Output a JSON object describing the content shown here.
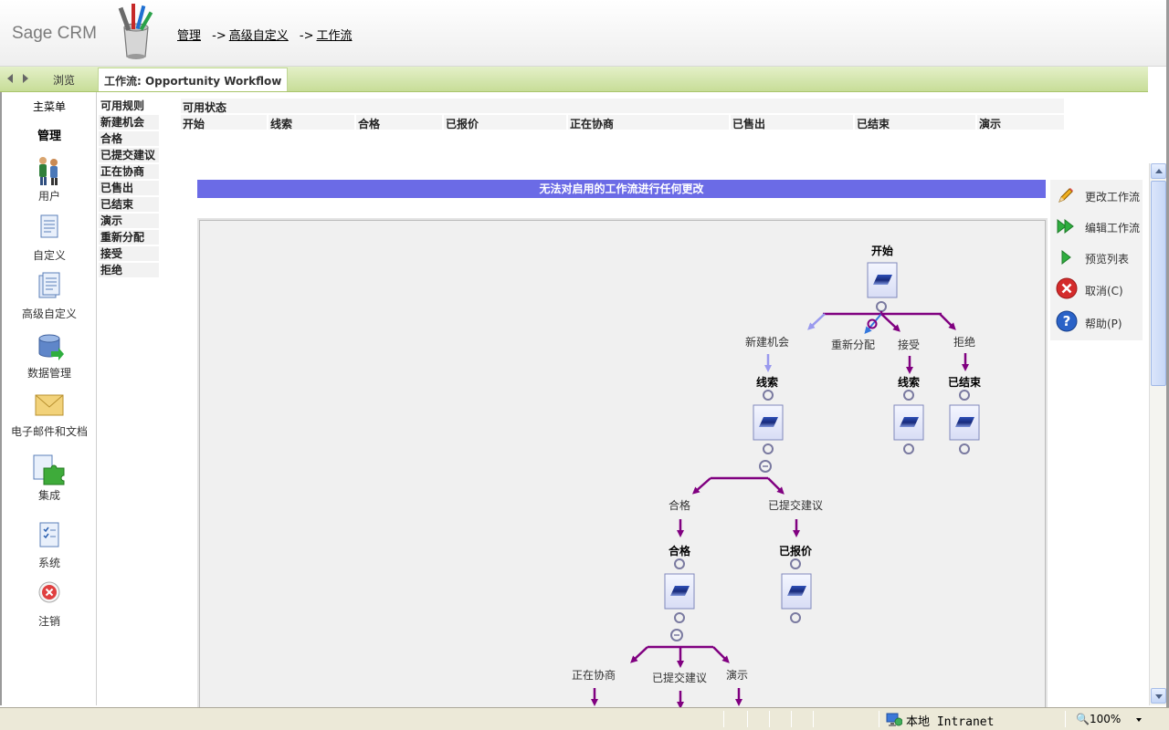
{
  "header": {
    "brand": "Sage CRM",
    "breadcrumb": [
      {
        "label": "管理",
        "sep": ""
      },
      {
        "label": "高级自定义",
        "sep": "->"
      },
      {
        "label": "工作流",
        "sep": "->"
      }
    ]
  },
  "nav": {
    "browse_label": "浏览",
    "tab_label": "工作流: Opportunity Workflow"
  },
  "menu": {
    "main_menu": "主菜单",
    "admin": "管理",
    "items": [
      {
        "label": "用户",
        "icon": "users-icon"
      },
      {
        "label": "自定义",
        "icon": "customize-document-icon"
      },
      {
        "label": "高级自定义",
        "icon": "advanced-customize-icon"
      },
      {
        "label": "数据管理",
        "icon": "data-management-icon"
      },
      {
        "label": "电子邮件和文档",
        "icon": "envelope-icon"
      },
      {
        "label": "集成",
        "icon": "puzzle-icon"
      },
      {
        "label": "系统",
        "icon": "system-checklist-icon"
      },
      {
        "label": "注销",
        "icon": "logout-icon"
      }
    ]
  },
  "rules": {
    "header": "可用规则",
    "items": [
      "新建机会",
      "合格",
      "已提交建议",
      "正在协商",
      "已售出",
      "已结束",
      "演示",
      "重新分配",
      "接受",
      "拒绝"
    ]
  },
  "states": {
    "header": "可用状态",
    "items": [
      "开始",
      "线索",
      "合格",
      "已报价",
      "正在协商",
      "已售出",
      "已结束",
      "演示"
    ]
  },
  "warning": "无法对启用的工作流进行任何更改",
  "diagram": {
    "start": "开始",
    "branch1": [
      "新建机会",
      "重新分配",
      "接受",
      "拒绝"
    ],
    "states_row1": [
      "线索",
      "线索",
      "已结束"
    ],
    "branch2": [
      "合格",
      "已提交建议"
    ],
    "states_row2": [
      "合格",
      "已报价"
    ],
    "branch3": [
      "正在协商",
      "已提交建议",
      "演示"
    ]
  },
  "actions": [
    {
      "label": "更改工作流",
      "icon": "pencil-icon"
    },
    {
      "label": "编辑工作流",
      "icon": "fast-forward-icon"
    },
    {
      "label": "预览列表",
      "icon": "play-icon"
    },
    {
      "label": "取消(C)",
      "icon": "cancel-icon"
    },
    {
      "label": "帮助(P)",
      "icon": "help-icon"
    }
  ],
  "statusbar": {
    "zone": "本地 Intranet",
    "zoom": "100%"
  },
  "colors": {
    "accent_green": "#c7dd98",
    "warning_blue": "#6b6be6",
    "flow_purple": "#800080",
    "flow_lavender": "#9999ee"
  }
}
